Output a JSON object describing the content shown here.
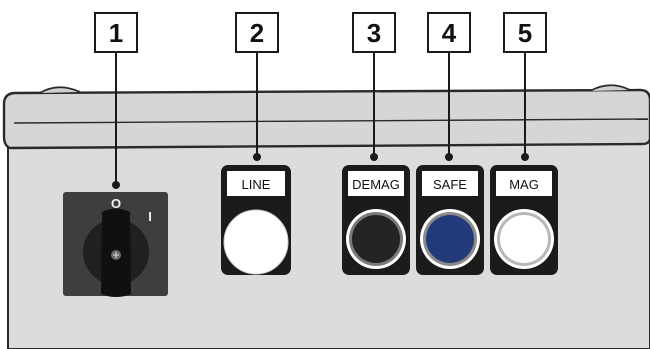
{
  "callouts": [
    {
      "number": "1",
      "target": "main-switch"
    },
    {
      "number": "2",
      "target": "line-indicator"
    },
    {
      "number": "3",
      "target": "demag-button"
    },
    {
      "number": "4",
      "target": "safe-button"
    },
    {
      "number": "5",
      "target": "mag-button"
    }
  ],
  "main_switch": {
    "off_symbol": "O",
    "on_symbol": "I"
  },
  "controls": [
    {
      "label": "LINE",
      "kind": "indicator-light",
      "color": "#ffffff"
    },
    {
      "label": "DEMAG",
      "kind": "push-button",
      "color": "#232323"
    },
    {
      "label": "SAFE",
      "kind": "push-button",
      "color": "#233a7a"
    },
    {
      "label": "MAG",
      "kind": "push-button",
      "color": "#ffffff"
    }
  ],
  "colors": {
    "enclosure": "#dcdcdc",
    "lid": "#d6d6d6",
    "outline": "#2a2a2a",
    "switch_base": "#3e3e3e",
    "switch_knob": "#101010",
    "label_plate": "#1b1b1b"
  }
}
